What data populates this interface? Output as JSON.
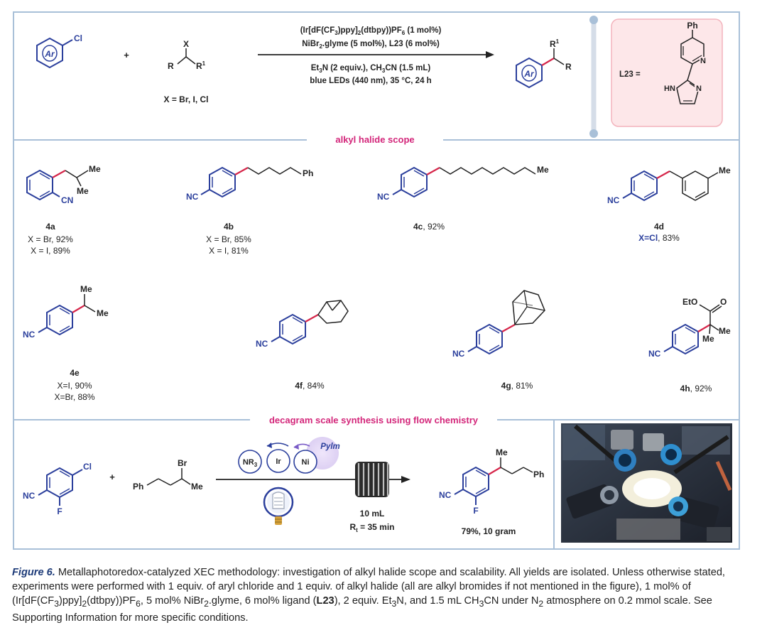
{
  "reaction": {
    "aryl_label": "Ar",
    "aryl_sub": "Cl",
    "plus": "+",
    "alkyl": {
      "x": "X",
      "r": "R",
      "r1": "R",
      "r1_sup": "1"
    },
    "x_note": "X = Br, I, Cl",
    "conditions": {
      "line1_a": "(Ir[dF(CF",
      "line1_b": "3",
      "line1_c": ")ppy]",
      "line1_d": "2",
      "line1_e": "(dtbpy))PF",
      "line1_f": "6",
      "line1_g": " (1 mol%)",
      "line2_a": "NiBr",
      "line2_b": "2",
      "line2_c": ".glyme (5 mol%), L23 (6 mol%)",
      "line3_a": "Et",
      "line3_b": "3",
      "line3_c": "N (2 equiv.), CH",
      "line3_d": "3",
      "line3_e": "CN (1.5 mL)",
      "line4": "blue LEDs (440 nm), 35 °C, 24 h"
    },
    "product": {
      "ar": "Ar",
      "r1": "R",
      "r1_sup": "1",
      "r": "R"
    },
    "ligand": {
      "label": "L23 =",
      "ph": "Ph",
      "n1": "N",
      "n2": "N",
      "hn": "HN"
    }
  },
  "scope": {
    "title": "alkyl halide scope",
    "compounds": [
      {
        "id": "4a",
        "lines": [
          "X = Br, 92%",
          "X = I, 89%"
        ],
        "subs": [
          "Me",
          "Me",
          "CN"
        ]
      },
      {
        "id": "4b",
        "lines": [
          "X = Br, 85%",
          "X = I, 81%"
        ],
        "subs": [
          "NC",
          "Ph"
        ]
      },
      {
        "id": "4c",
        "inline": ", 92%",
        "subs": [
          "NC",
          "Me"
        ]
      },
      {
        "id": "4d",
        "blue": "X=Cl",
        "inline": ", 83%",
        "subs": [
          "NC",
          "Me"
        ]
      },
      {
        "id": "4e",
        "lines": [
          "X=I, 90%",
          "X=Br, 88%"
        ],
        "subs": [
          "NC",
          "Me",
          "Me"
        ]
      },
      {
        "id": "4f",
        "inline": ", 84%",
        "subs": [
          "NC"
        ]
      },
      {
        "id": "4g",
        "inline": ", 81%",
        "subs": [
          "NC"
        ]
      },
      {
        "id": "4h",
        "inline": ", 92%",
        "subs": [
          "NC",
          "EtO",
          "O",
          "Me",
          "Me"
        ]
      }
    ]
  },
  "flow": {
    "title": "decagram scale synthesis using flow chemistry",
    "aryl_subs": [
      "Cl",
      "NC",
      "F"
    ],
    "alkyl_subs": [
      "Br",
      "Ph",
      "Me"
    ],
    "plus": "+",
    "cat": {
      "nr": "NR",
      "nr_sub": "3",
      "ir": "Ir",
      "ni": "Ni",
      "pylm": "Pylm"
    },
    "volume": "10 mL",
    "rt_a": "R",
    "rt_b": "t",
    "rt_c": " = 35 min",
    "product_subs": [
      "Me",
      "Ph",
      "NC",
      "F"
    ],
    "yield": "79%, 10 gram"
  },
  "caption": {
    "label": "Figure 6.",
    "s1": " Metallaphotoredox-catalyzed XEC methodology: investigation of alkyl halide scope and scalability. All yields are isolated. Unless otherwise stated, experiments were performed with 1 equiv. of aryl chloride and 1 equiv. of alkyl halide (all are alkyl bromides if not mentioned in the figure), 1 mol% of (Ir[dF(CF",
    "sub1": "3",
    "s2": ")ppy]",
    "sub2": "2",
    "s3": "(dtbpy))PF",
    "sub3": "6",
    "s4": ", 5 mol% NiBr",
    "sub4": "2",
    "s5": ".glyme, 6 mol% ligand (",
    "bold": "L23",
    "s6": "), 2 equiv. Et",
    "sub5": "3",
    "s7": "N, and 1.5 mL CH",
    "sub6": "3",
    "s8": "CN under N",
    "sub7": "2",
    "s9": " atmosphere on 0.2 mmol scale. See Supporting Information for more specific conditions."
  },
  "colors": {
    "frame": "#a9c0d8",
    "blue": "#2b3f9c",
    "red": "#d6264a",
    "pink": "#d3267a",
    "ligand_bg": "#fde7e9"
  }
}
